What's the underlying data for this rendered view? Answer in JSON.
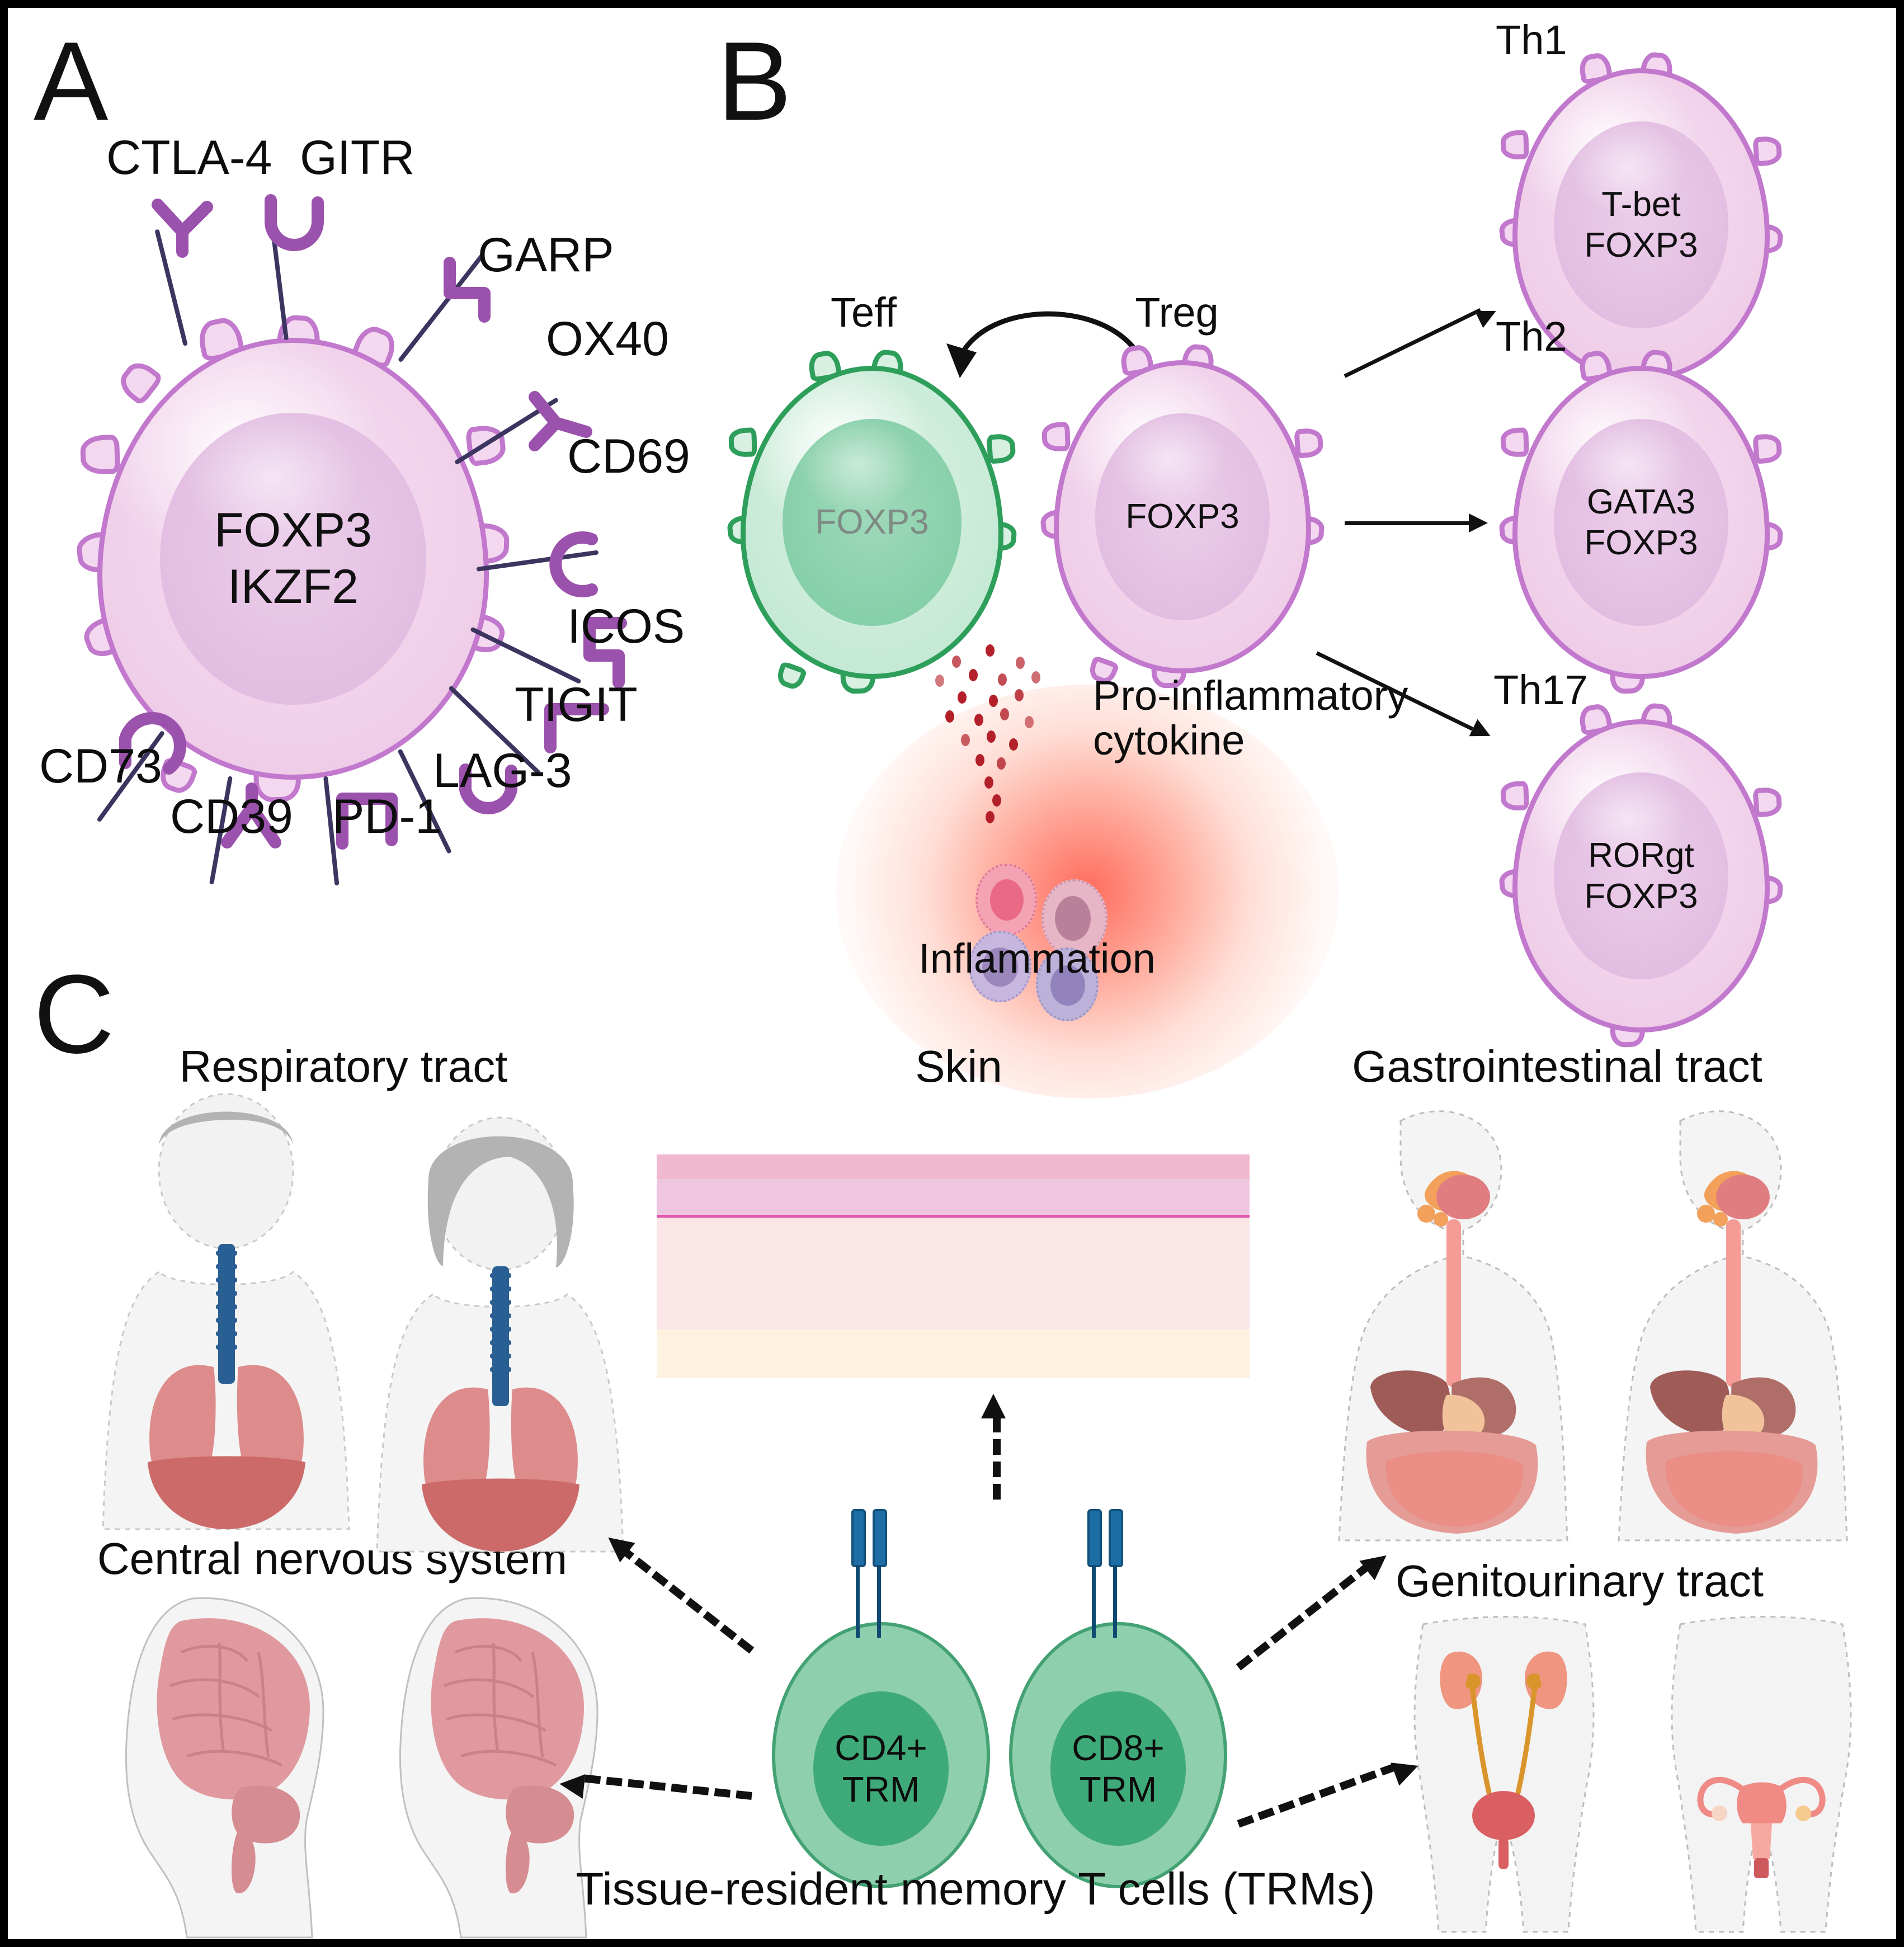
{
  "figure": {
    "panels": [
      {
        "letter": "A"
      },
      {
        "letter": "B"
      },
      {
        "letter": "C"
      }
    ]
  },
  "panel_a": {
    "letter": "A",
    "cell_nucleus_text": "FOXP3\nIKZF2",
    "markers": [
      {
        "name": "CTLA-4",
        "shape": "Y"
      },
      {
        "name": "GITR",
        "shape": "U"
      },
      {
        "name": "GARP",
        "shape": "Z"
      },
      {
        "name": "OX40",
        "shape": "Y"
      },
      {
        "name": "CD69",
        "shape": "C"
      },
      {
        "name": "ICOS",
        "shape": "Z"
      },
      {
        "name": "TIGIT",
        "shape": "T"
      },
      {
        "name": "LAG-3",
        "shape": "U"
      },
      {
        "name": "PD-1",
        "shape": "N"
      },
      {
        "name": "CD39",
        "shape": "Y"
      },
      {
        "name": "CD73",
        "shape": "C"
      }
    ],
    "colors": {
      "receptor": "#9b52ad",
      "stem": "#3b3560",
      "membrane_border": "#c178cd",
      "membrane_fill": "#f0cfe9"
    }
  },
  "panel_b": {
    "letter": "B",
    "teff": {
      "label": "Teff",
      "nucleus_text": "FOXP3",
      "expressed": false
    },
    "treg": {
      "label": "Treg",
      "nucleus_text": "FOXP3",
      "expressed": true
    },
    "cytokine_label": "Pro-inflammatory\ncytokine",
    "inflammation_label": "Inflammation",
    "differentiation": [
      {
        "label": "Th1",
        "nucleus_text": "T-bet\nFOXP3"
      },
      {
        "label": "Th2",
        "nucleus_text": "GATA3\nFOXP3"
      },
      {
        "label": "Th17",
        "nucleus_text": "RORgt\nFOXP3"
      }
    ],
    "colors": {
      "teff_border": "#2e9e5b",
      "treg_border": "#c178cd",
      "inflammation_glow": "#ff4834",
      "cytokine_dot": "#b4202a"
    }
  },
  "panel_c": {
    "letter": "C",
    "tissues": [
      {
        "label": "Respiratory tract"
      },
      {
        "label": "Skin"
      },
      {
        "label": "Gastrointestinal tract"
      },
      {
        "label": "Central nervous system"
      },
      {
        "label": "Genitourinary tract"
      }
    ],
    "trm_cells": [
      {
        "label": "CD4+\nTRM"
      },
      {
        "label": "CD8+\nTRM"
      }
    ],
    "caption": "Tissue-resident memory T cells (TRMs)",
    "colors": {
      "trm_outer": "#8ecfad",
      "trm_inner": "#3faa79",
      "tcr": "#1c6ea4",
      "lung": "#dd8b8b",
      "brain": "#e09a9f",
      "kidney": "#ef9580"
    }
  }
}
